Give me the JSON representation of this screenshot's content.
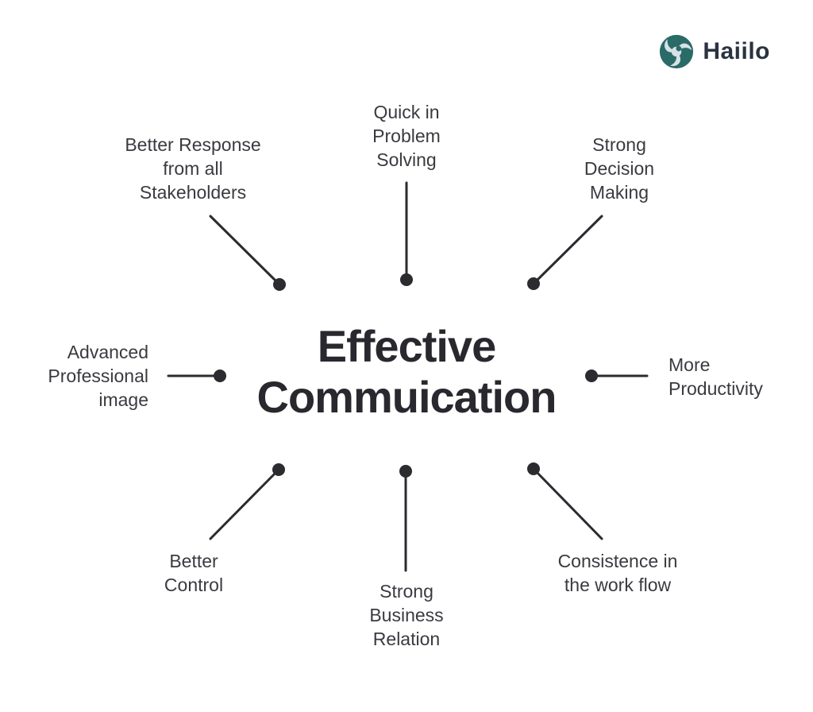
{
  "colors": {
    "background": "#ffffff",
    "title_text": "#28282e",
    "label_text": "#3a3a40",
    "connector": "#2b2b30",
    "logo_teal": "#2a6b68",
    "logo_swirl": "#d8e1e6",
    "logo_text": "#2a3340"
  },
  "logo": {
    "name": "Haiilo",
    "icon": "haiilo-swirl-icon"
  },
  "center": {
    "title": "Effective\nCommuication"
  },
  "nodes": [
    {
      "id": "better-response",
      "position": "top-left",
      "label": "Better Response\nfrom all\nStakeholders"
    },
    {
      "id": "quick-in-problem-solving",
      "position": "top",
      "label": "Quick in\nProblem\nSolving"
    },
    {
      "id": "strong-decision-making",
      "position": "top-right",
      "label": "Strong\nDecision\nMaking"
    },
    {
      "id": "advanced-professional-image",
      "position": "left",
      "label": "Advanced\nProfessional\nimage"
    },
    {
      "id": "more-productivity",
      "position": "right",
      "label": "More\nProductivity"
    },
    {
      "id": "better-control",
      "position": "bottom-left",
      "label": "Better\nControl"
    },
    {
      "id": "strong-business-relation",
      "position": "bottom",
      "label": "Strong\nBusiness\nRelation"
    },
    {
      "id": "consistence-in-work-flow",
      "position": "bottom-right",
      "label": "Consistence in\nthe work flow"
    }
  ]
}
